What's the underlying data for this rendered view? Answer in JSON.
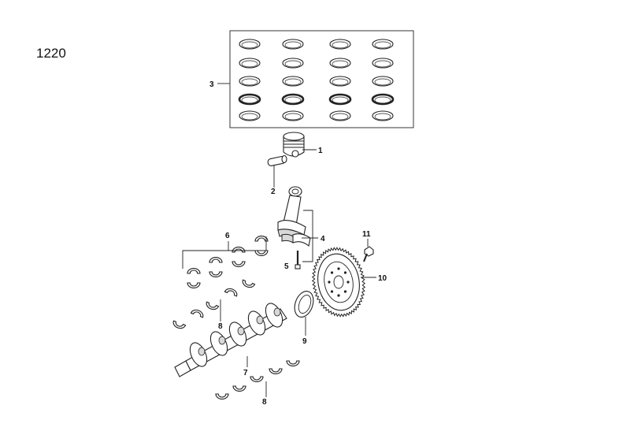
{
  "page_number": "1220",
  "callouts": [
    {
      "id": "c1",
      "label": "1"
    },
    {
      "id": "c2",
      "label": "2"
    },
    {
      "id": "c3",
      "label": "3"
    },
    {
      "id": "c4",
      "label": "4"
    },
    {
      "id": "c5",
      "label": "5"
    },
    {
      "id": "c6",
      "label": "6"
    },
    {
      "id": "c7",
      "label": "7"
    },
    {
      "id": "c8a",
      "label": "8"
    },
    {
      "id": "c8b",
      "label": "8"
    },
    {
      "id": "c9",
      "label": "9"
    },
    {
      "id": "c10",
      "label": "10"
    },
    {
      "id": "c11",
      "label": "11"
    }
  ],
  "ring_set": {
    "columns": 4,
    "rows": 5,
    "bold_row": 4
  }
}
